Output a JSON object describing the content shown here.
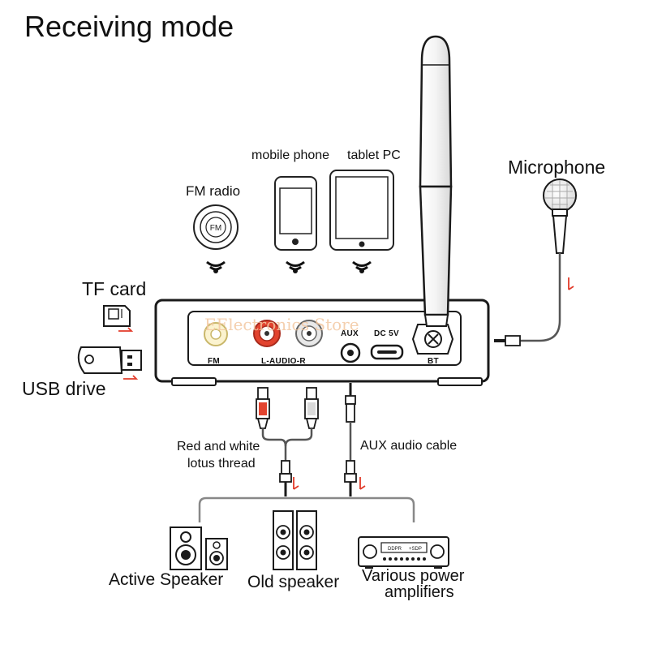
{
  "title": "Receiving mode",
  "sources": {
    "fm_radio": {
      "label": "FM radio",
      "badge": "FM"
    },
    "mobile_phone": {
      "label": "mobile phone"
    },
    "tablet_pc": {
      "label": "tablet PC"
    }
  },
  "microphone": {
    "label": "Microphone"
  },
  "tf_card": {
    "label": "TF card"
  },
  "usb_drive": {
    "label": "USB drive"
  },
  "device": {
    "watermark": "EElectronics Store",
    "ports": {
      "fm": "FM",
      "audio": "L-AUDIO-R",
      "aux": "AUX",
      "dc": "DC 5V",
      "bt": "BT"
    }
  },
  "cables": {
    "rca": {
      "line1": "Red and white",
      "line2": "lotus thread"
    },
    "aux": {
      "label": "AUX audio cable"
    }
  },
  "outputs": {
    "active_speaker": {
      "label": "Active Speaker"
    },
    "old_speaker": {
      "label": "Old speaker"
    },
    "amplifiers": {
      "line1": "Various power",
      "line2": "amplifiers",
      "display_left": "DDPR",
      "display_right": "+SDP"
    }
  },
  "colors": {
    "arrow": "#e23b2a",
    "rca_red": "#e2432e",
    "outline": "#1a1a1a"
  }
}
